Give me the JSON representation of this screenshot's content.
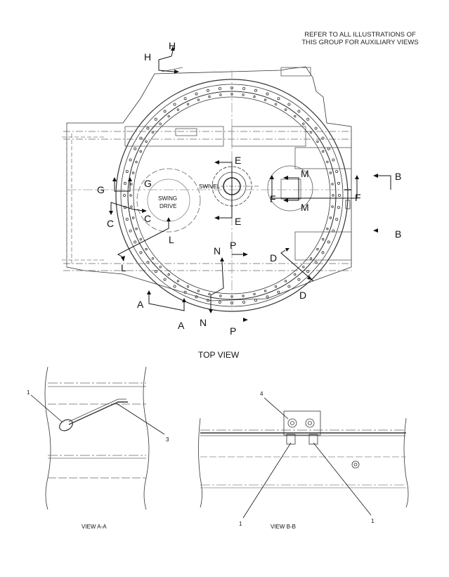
{
  "note": {
    "line1": "REFER TO ALL ILLUSTRATIONS OF",
    "line2": "THIS GROUP FOR AUXILIARY VIEWS"
  },
  "top_view": {
    "caption": "TOP VIEW",
    "swivel_label": "SWIVEL",
    "swing_drive_label_1": "SWING",
    "swing_drive_label_2": "DRIVE",
    "section_letters": {
      "A": "A",
      "B": "B",
      "C": "C",
      "D": "D",
      "E": "E",
      "F": "F",
      "G": "G",
      "H": "H",
      "L": "L",
      "M": "M",
      "N": "N",
      "P": "P"
    }
  },
  "view_aa": {
    "caption": "VIEW A-A",
    "callouts": [
      "1",
      "3"
    ]
  },
  "view_bb": {
    "caption": "VIEW B-B",
    "callouts": [
      "4",
      "1",
      "1"
    ]
  }
}
